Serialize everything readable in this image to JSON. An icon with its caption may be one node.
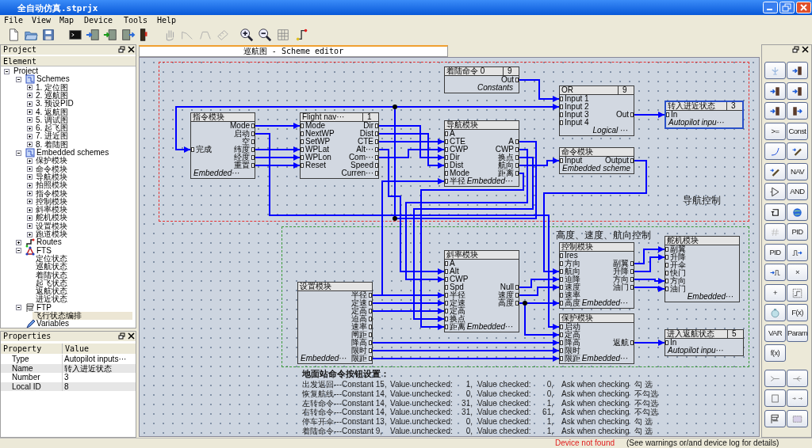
{
  "diagram": {
    "nodes": [
      {
        "text": [
          "导航控制"
        ]
      },
      {
        "text": [
          "高度、速度、航向控制"
        ]
      },
      {
        "text": [
          "着陆命令 0",
          "9",
          "Out",
          "Constants"
        ],
        "in": 0
      },
      {
        "text": [
          "OR",
          "9",
          "Input 1",
          "Input 2",
          "Input 3",
          "Input 4",
          "Out",
          "Logical ···"
        ],
        "in": 0
      },
      {
        "text": [
          "转入进近状态",
          "3",
          "In",
          "Autopilot inpu···"
        ],
        "in": 0
      },
      {
        "text": [
          "指令模块",
          "完成",
          "Mode",
          "启动",
          "空",
          "纬度",
          "经度",
          "重置",
          "Embedded···"
        ],
        "in": 0
      },
      {
        "text": [
          "Flight nav···",
          "1",
          "Mode",
          "NextWP",
          "SetWP",
          "WPLat",
          "WPLon",
          "Reset",
          "Dir",
          "Dist",
          "CTE",
          "Alt···",
          "Com···",
          "Speed",
          "Curren···"
        ],
        "in": 0
      },
      {
        "text": [
          "导航模块",
          "A",
          "CTE",
          "CWP",
          "Dir",
          "Dist",
          "Mode",
          "半径",
          "A",
          "CWP",
          "换点",
          "航向",
          "距离",
          "Embedded···"
        ],
        "in": 0
      },
      {
        "text": [
          "命令模块",
          "Input",
          "Output",
          "Embedded scheme"
        ],
        "in": 0
      },
      {
        "text": [
          "设置模块",
          "半径",
          "定速",
          "定高",
          "迫高",
          "速率",
          "闸距",
          "降高",
          "限时",
          "限距",
          "Embedded···"
        ],
        "in": 1
      },
      {
        "text": [
          "斜率模块",
          "A",
          "Alt",
          "CWP",
          "Spd",
          "半径",
          "定速",
          "定高",
          "换点",
          "距离",
          "Null",
          "速度",
          "高度",
          "Embedded···"
        ],
        "in": 1
      },
      {
        "text": [
          "控制模块",
          "Ires",
          "方向",
          "航向",
          "迫降",
          "速度",
          "速率",
          "高度",
          "副翼",
          "升降",
          "方向",
          "油门",
          "Embedded···"
        ],
        "in": 1
      },
      {
        "text": [
          "舵机模块",
          "副翼",
          "升降",
          "开伞",
          "快门",
          "方向",
          "油门",
          "Embedded···"
        ],
        "in": 1
      },
      {
        "text": [
          "保护模块",
          "启动",
          "定高",
          "降高",
          "限时",
          "限距",
          "返航",
          "Embedded···"
        ],
        "in": 1
      },
      {
        "text": [
          "进入返航状态",
          "5",
          "In",
          "Autopilot inpu···"
        ],
        "in": 1
      }
    ],
    "edges": [
      {
        "from": 2,
        "to": 3,
        "arrow": "to"
      },
      {
        "from": 3,
        "to": 4,
        "arrow": "to"
      },
      {
        "from": 5,
        "to": 6,
        "arrow": "to"
      },
      {
        "from": 5,
        "to": 6,
        "arrow": "to"
      },
      {
        "from": 5,
        "to": 6,
        "arrow": "to"
      },
      {
        "from": 5,
        "to": 6,
        "arrow": "to"
      },
      {
        "from": 6,
        "to": 7,
        "arrow": "to"
      },
      {
        "from": 6,
        "to": 7,
        "arrow": "to"
      },
      {
        "from": 6,
        "to": 7,
        "arrow": "to"
      },
      {
        "from": 6,
        "to": 7,
        "arrow": "to"
      },
      {
        "from": 7,
        "to": 8,
        "arrow": "to"
      },
      {
        "from": 8,
        "to": 11,
        "arrow": "to"
      },
      {
        "from": 6,
        "to": 10,
        "arrow": "to"
      },
      {
        "from": 7,
        "to": 10,
        "arrow": "to"
      },
      {
        "from": 7,
        "to": 10,
        "arrow": "to"
      },
      {
        "from": 7,
        "to": 10,
        "arrow": "to"
      },
      {
        "from": 9,
        "to": 7,
        "arrow": "to"
      },
      {
        "from": 9,
        "to": 10,
        "arrow": "to"
      },
      {
        "from": 9,
        "to": 10,
        "arrow": "to"
      },
      {
        "from": 9,
        "to": 10,
        "arrow": "to"
      },
      {
        "from": 10,
        "to": 11,
        "arrow": "to"
      },
      {
        "from": 10,
        "to": 11,
        "arrow": "to"
      },
      {
        "from": 10,
        "to": 11,
        "arrow": "to"
      },
      {
        "from": 10,
        "to": 13,
        "arrow": "to"
      },
      {
        "from": 9,
        "to": 13,
        "arrow": "to"
      },
      {
        "from": 9,
        "to": 13,
        "arrow": "to"
      },
      {
        "from": 9,
        "to": 13,
        "arrow": "to"
      },
      {
        "from": 11,
        "to": 12,
        "arrow": "to"
      },
      {
        "from": 11,
        "to": 12,
        "arrow": "to"
      },
      {
        "from": 11,
        "to": 12,
        "arrow": "to"
      },
      {
        "from": 11,
        "to": 12,
        "arrow": "to"
      },
      {
        "from": 13,
        "to": 14,
        "arrow": "to"
      },
      {
        "from": 5,
        "to": 13,
        "arrow": "to"
      },
      {
        "from": 7,
        "to": 3,
        "arrow": "to"
      },
      {
        "from": 7,
        "to": 5,
        "arrow": "to"
      }
    ],
    "labels": [
      "全自动仿真.stprjx",
      "File",
      "View",
      "Map",
      "Device",
      "Tools",
      "Help",
      "Project",
      "Element",
      "Project",
      "Schemes",
      "1. 定位图",
      "2. 巡航图",
      "3. 预设PID",
      "4. 返航图",
      "5. 调试图",
      "6. 起飞图",
      "7. 进近图",
      "8. 着陆图",
      "Embedded schemes",
      "保护模块",
      "命令模块",
      "导航模块",
      "拍照模块",
      "指令模块",
      "控制模块",
      "斜率模块",
      "舵机模块",
      "设置模块",
      "跑道模块",
      "Routes",
      "FTS",
      "定位状态",
      "巡航状态",
      "着陆状态",
      "起飞状态",
      "返航状态",
      "进近状态",
      "FTP",
      "飞行状态编排",
      "Variables",
      "Properties",
      "Property",
      "Value",
      "Type",
      "Autopilot inputs···",
      "Name",
      "转入进近状态",
      "Number",
      "3",
      "Local ID",
      "8",
      "巡航图 - Scheme editor",
      "地面站命令按钮设置：",
      "出发返回---Constant 15,",
      "Value unchecked:",
      "1,",
      "Value checked:",
      "0,",
      "Ask when checking",
      "勾 选",
      "恢复航线---Constant 14,",
      "Value unchecked:",
      "0,",
      "Value checked:",
      "0,",
      "Ask when checking",
      "不勾选",
      "左转命令---Constant 14,",
      "Value unchecked:",
      "31,",
      "Value checked:",
      "1,",
      "Ask when checking",
      "不勾选",
      "右转命令---Constant 14,",
      "Value unchecked:",
      "31,",
      "Value checked:",
      "61,",
      "Ask when checking",
      "不勾选",
      "停车开伞---Constant 13,",
      "Value unchecked:",
      "0,",
      "Value checked:",
      "1,",
      "Ask when checking",
      "勾 选",
      "着陆命令---Constant 9,",
      "Value unchecked:",
      "0,",
      "Value checked:",
      "1,",
      "Ask when checking",
      "勾 选",
      "Device not found",
      "(See warnings or/and device log for details)",
      ">=",
      "Const",
      "NAV",
      "AND",
      "PID",
      "PID",
      "×",
      "+",
      "F(x)",
      "VAR",
      "Param",
      "f(x)"
    ]
  }
}
